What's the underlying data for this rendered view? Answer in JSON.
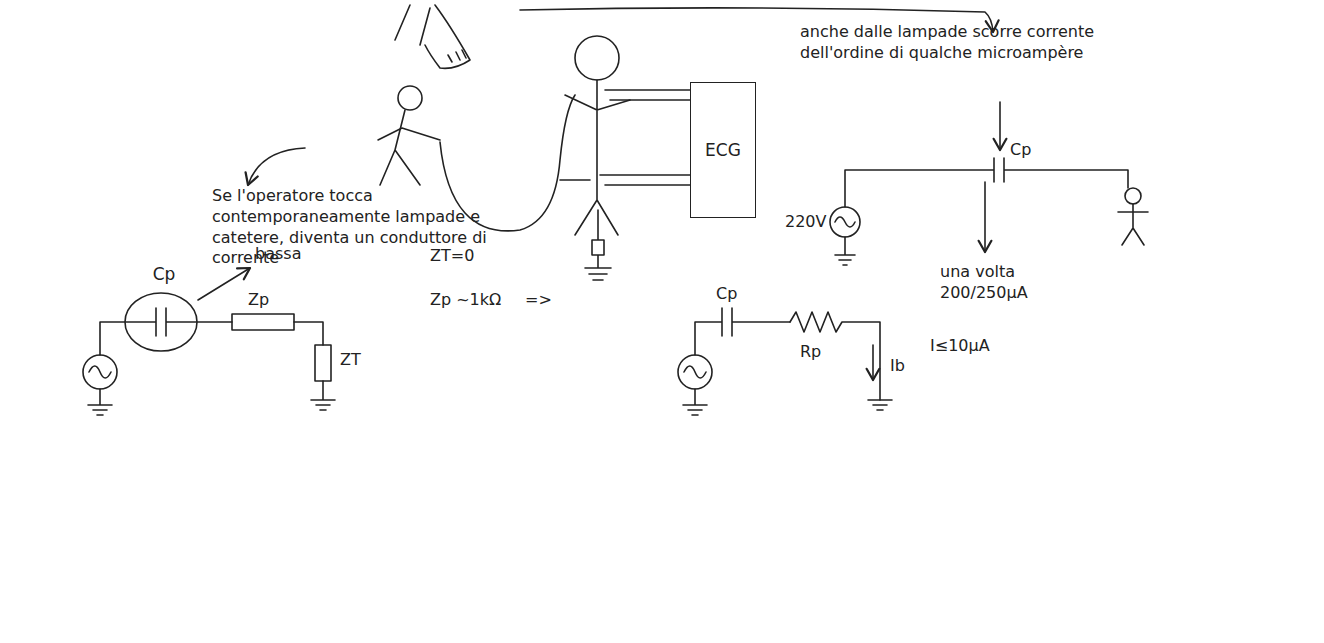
{
  "diagram": {
    "nodes": [
      {
        "text": [
          "ECG"
        ]
      },
      {
        "text": [
          "Cp"
        ]
      }
    ],
    "labels": [
      "Se l'operatore tocca contemporaneamente lampade e catetere, diventa un conduttore di corrente",
      "anche dalle lampade scorre corrente dell'ordine di qualche microampère",
      "220V",
      "Cp",
      "una volta 200/250µA",
      "bassa",
      "Zp",
      "ZT",
      "ZT=0",
      "Zp ~1kΩ",
      "=>",
      "Cp",
      "Rp",
      "Ib",
      "I≤10µA"
    ]
  }
}
